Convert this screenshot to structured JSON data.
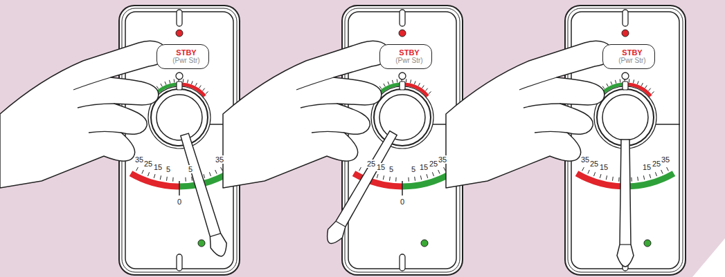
{
  "diagram": {
    "nodes": [
      {
        "text": [
          "STBY",
          "(Pwr Str)"
        ]
      },
      {
        "text": [
          "STBY",
          "(Pwr Str)"
        ]
      },
      {
        "text": [
          "STBY",
          "(Pwr Str)"
        ]
      }
    ],
    "labels": [
      "35",
      "25",
      "15",
      "5",
      "5",
      "35",
      "0",
      "25",
      "15",
      "5",
      "5",
      "15",
      "25",
      "35",
      "0",
      "35",
      "25",
      "15",
      "15",
      "25",
      "35"
    ]
  }
}
